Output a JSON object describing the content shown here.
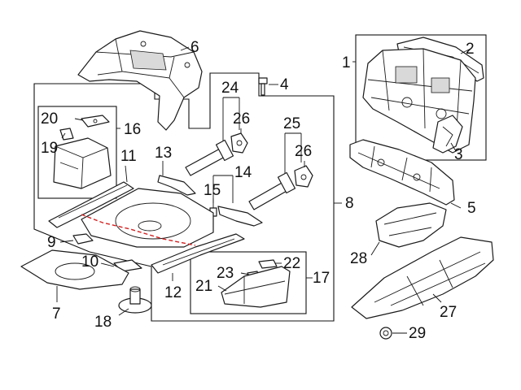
{
  "diagram": {
    "callouts": [
      {
        "id": "1",
        "text": "1"
      },
      {
        "id": "2",
        "text": "2"
      },
      {
        "id": "3",
        "text": "3"
      },
      {
        "id": "4",
        "text": "4"
      },
      {
        "id": "5",
        "text": "5"
      },
      {
        "id": "6",
        "text": "6"
      },
      {
        "id": "7",
        "text": "7"
      },
      {
        "id": "8",
        "text": "8"
      },
      {
        "id": "9",
        "text": "9"
      },
      {
        "id": "10",
        "text": "10"
      },
      {
        "id": "11",
        "text": "11"
      },
      {
        "id": "12",
        "text": "12"
      },
      {
        "id": "13",
        "text": "13"
      },
      {
        "id": "14",
        "text": "14"
      },
      {
        "id": "15",
        "text": "15"
      },
      {
        "id": "16",
        "text": "16"
      },
      {
        "id": "17",
        "text": "17"
      },
      {
        "id": "18",
        "text": "18"
      },
      {
        "id": "19",
        "text": "19"
      },
      {
        "id": "20",
        "text": "20"
      },
      {
        "id": "21",
        "text": "21"
      },
      {
        "id": "22",
        "text": "22"
      },
      {
        "id": "23",
        "text": "23"
      },
      {
        "id": "24",
        "text": "24"
      },
      {
        "id": "25",
        "text": "25"
      },
      {
        "id": "26a",
        "text": "26"
      },
      {
        "id": "26b",
        "text": "26"
      },
      {
        "id": "27",
        "text": "27"
      },
      {
        "id": "28",
        "text": "28"
      },
      {
        "id": "29",
        "text": "29"
      }
    ]
  }
}
